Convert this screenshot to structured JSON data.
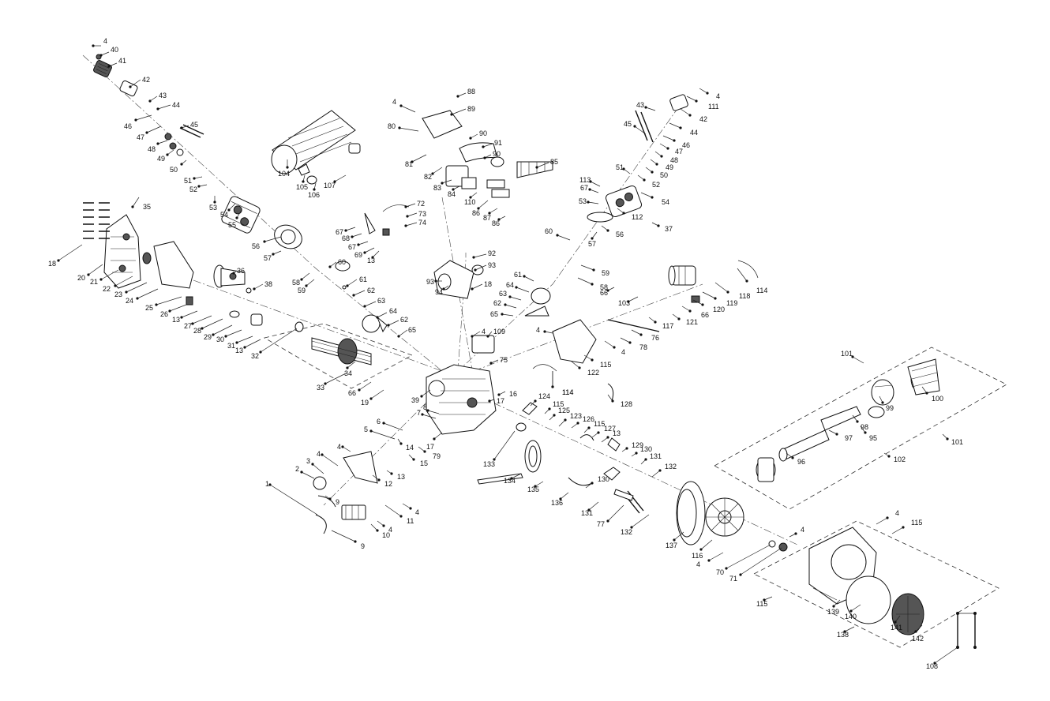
{
  "figure": {
    "type": "exploded-parts-diagram",
    "callouts": [
      {
        "id": "c-4a",
        "label": "4"
      },
      {
        "id": "c-40",
        "label": "40"
      },
      {
        "id": "c-41",
        "label": "41"
      },
      {
        "id": "c-42a",
        "label": "42"
      },
      {
        "id": "c-43a",
        "label": "43"
      },
      {
        "id": "c-44a",
        "label": "44"
      },
      {
        "id": "c-45a",
        "label": "45"
      },
      {
        "id": "c-46a",
        "label": "46"
      },
      {
        "id": "c-47a",
        "label": "47"
      },
      {
        "id": "c-48a",
        "label": "48"
      },
      {
        "id": "c-49a",
        "label": "49"
      },
      {
        "id": "c-50a",
        "label": "50"
      },
      {
        "id": "c-51a",
        "label": "51"
      },
      {
        "id": "c-52a",
        "label": "52"
      },
      {
        "id": "c-53a",
        "label": "53"
      },
      {
        "id": "c-54a",
        "label": "54"
      },
      {
        "id": "c-55",
        "label": "55"
      },
      {
        "id": "c-35",
        "label": "35"
      },
      {
        "id": "c-18a",
        "label": "18"
      },
      {
        "id": "c-20",
        "label": "20"
      },
      {
        "id": "c-21",
        "label": "21"
      },
      {
        "id": "c-22",
        "label": "22"
      },
      {
        "id": "c-23",
        "label": "23"
      },
      {
        "id": "c-24",
        "label": "24"
      },
      {
        "id": "c-25",
        "label": "25"
      },
      {
        "id": "c-26",
        "label": "26"
      },
      {
        "id": "c-13a",
        "label": "13"
      },
      {
        "id": "c-27",
        "label": "27"
      },
      {
        "id": "c-28",
        "label": "28"
      },
      {
        "id": "c-29",
        "label": "29"
      },
      {
        "id": "c-30",
        "label": "30"
      },
      {
        "id": "c-31",
        "label": "31"
      },
      {
        "id": "c-13b",
        "label": "13"
      },
      {
        "id": "c-32",
        "label": "32"
      },
      {
        "id": "c-36",
        "label": "36"
      },
      {
        "id": "c-38",
        "label": "38"
      },
      {
        "id": "c-56a",
        "label": "56"
      },
      {
        "id": "c-57a",
        "label": "57"
      },
      {
        "id": "c-58a",
        "label": "58"
      },
      {
        "id": "c-59a",
        "label": "59"
      },
      {
        "id": "c-60a",
        "label": "60"
      },
      {
        "id": "c-61a",
        "label": "61"
      },
      {
        "id": "c-62a",
        "label": "62"
      },
      {
        "id": "c-63a",
        "label": "63"
      },
      {
        "id": "c-64a",
        "label": "64"
      },
      {
        "id": "c-62b",
        "label": "62"
      },
      {
        "id": "c-65a",
        "label": "65"
      },
      {
        "id": "c-34",
        "label": "34"
      },
      {
        "id": "c-33",
        "label": "33"
      },
      {
        "id": "c-66a",
        "label": "66"
      },
      {
        "id": "c-19",
        "label": "19"
      },
      {
        "id": "c-39",
        "label": "39"
      },
      {
        "id": "c-104",
        "label": "104"
      },
      {
        "id": "c-105",
        "label": "105"
      },
      {
        "id": "c-106",
        "label": "106"
      },
      {
        "id": "c-107",
        "label": "107"
      },
      {
        "id": "c-4b",
        "label": "4"
      },
      {
        "id": "c-88",
        "label": "88"
      },
      {
        "id": "c-89",
        "label": "89"
      },
      {
        "id": "c-80",
        "label": "80"
      },
      {
        "id": "c-90a",
        "label": "90"
      },
      {
        "id": "c-91",
        "label": "91"
      },
      {
        "id": "c-90b",
        "label": "90"
      },
      {
        "id": "c-85",
        "label": "85"
      },
      {
        "id": "c-81",
        "label": "81"
      },
      {
        "id": "c-82",
        "label": "82"
      },
      {
        "id": "c-83",
        "label": "83"
      },
      {
        "id": "c-84",
        "label": "84"
      },
      {
        "id": "c-110",
        "label": "110"
      },
      {
        "id": "c-86a",
        "label": "86"
      },
      {
        "id": "c-87",
        "label": "87"
      },
      {
        "id": "c-86b",
        "label": "86"
      },
      {
        "id": "c-72",
        "label": "72"
      },
      {
        "id": "c-73",
        "label": "73"
      },
      {
        "id": "c-74",
        "label": "74"
      },
      {
        "id": "c-67a",
        "label": "67"
      },
      {
        "id": "c-68",
        "label": "68"
      },
      {
        "id": "c-67b",
        "label": "67"
      },
      {
        "id": "c-69",
        "label": "69"
      },
      {
        "id": "c-13c",
        "label": "13"
      },
      {
        "id": "c-92",
        "label": "92"
      },
      {
        "id": "c-93a",
        "label": "93"
      },
      {
        "id": "c-93b",
        "label": "93"
      },
      {
        "id": "c-94",
        "label": "94"
      },
      {
        "id": "c-18b",
        "label": "18"
      },
      {
        "id": "c-4c",
        "label": "4"
      },
      {
        "id": "c-109",
        "label": "109"
      },
      {
        "id": "c-75",
        "label": "75"
      },
      {
        "id": "c-114a",
        "label": "114"
      },
      {
        "id": "c-16",
        "label": "16"
      },
      {
        "id": "c-17a",
        "label": "17"
      },
      {
        "id": "c-7",
        "label": "7"
      },
      {
        "id": "c-8",
        "label": "8"
      },
      {
        "id": "c-6",
        "label": "6"
      },
      {
        "id": "c-5",
        "label": "5"
      },
      {
        "id": "c-14",
        "label": "14"
      },
      {
        "id": "c-15",
        "label": "15"
      },
      {
        "id": "c-79",
        "label": "79"
      },
      {
        "id": "c-17b",
        "label": "17"
      },
      {
        "id": "c-4d",
        "label": "4"
      },
      {
        "id": "c-4e",
        "label": "4"
      },
      {
        "id": "c-3",
        "label": "3"
      },
      {
        "id": "c-2",
        "label": "2"
      },
      {
        "id": "c-12",
        "label": "12"
      },
      {
        "id": "c-13d",
        "label": "13"
      },
      {
        "id": "c-1",
        "label": "1"
      },
      {
        "id": "c-9a",
        "label": "9"
      },
      {
        "id": "c-11",
        "label": "11"
      },
      {
        "id": "c-4f",
        "label": "4"
      },
      {
        "id": "c-10",
        "label": "10"
      },
      {
        "id": "c-4g",
        "label": "4"
      },
      {
        "id": "c-9b",
        "label": "9"
      },
      {
        "id": "c-111",
        "label": "111"
      },
      {
        "id": "c-4h",
        "label": "4"
      },
      {
        "id": "c-42b",
        "label": "42"
      },
      {
        "id": "c-43b",
        "label": "43"
      },
      {
        "id": "c-44b",
        "label": "44"
      },
      {
        "id": "c-45b",
        "label": "45"
      },
      {
        "id": "c-46b",
        "label": "46"
      },
      {
        "id": "c-47b",
        "label": "47"
      },
      {
        "id": "c-48b",
        "label": "48"
      },
      {
        "id": "c-49b",
        "label": "49"
      },
      {
        "id": "c-50b",
        "label": "50"
      },
      {
        "id": "c-51b",
        "label": "51"
      },
      {
        "id": "c-52b",
        "label": "52"
      },
      {
        "id": "c-113",
        "label": "113"
      },
      {
        "id": "c-67c",
        "label": "67"
      },
      {
        "id": "c-54b",
        "label": "54"
      },
      {
        "id": "c-53b",
        "label": "53"
      },
      {
        "id": "c-112",
        "label": "112"
      },
      {
        "id": "c-37",
        "label": "37"
      },
      {
        "id": "c-56b",
        "label": "56"
      },
      {
        "id": "c-57b",
        "label": "57"
      },
      {
        "id": "c-60b",
        "label": "60"
      },
      {
        "id": "c-59b",
        "label": "59"
      },
      {
        "id": "c-58b",
        "label": "58"
      },
      {
        "id": "c-61b",
        "label": "61"
      },
      {
        "id": "c-64b",
        "label": "64"
      },
      {
        "id": "c-63b",
        "label": "63"
      },
      {
        "id": "c-62c",
        "label": "62"
      },
      {
        "id": "c-65b",
        "label": "65"
      },
      {
        "id": "c-66b",
        "label": "66"
      },
      {
        "id": "c-103",
        "label": "103"
      },
      {
        "id": "c-118",
        "label": "118"
      },
      {
        "id": "c-114b",
        "label": "114"
      },
      {
        "id": "c-119",
        "label": "119"
      },
      {
        "id": "c-120",
        "label": "120"
      },
      {
        "id": "c-66c",
        "label": "66"
      },
      {
        "id": "c-121",
        "label": "121"
      },
      {
        "id": "c-117",
        "label": "117"
      },
      {
        "id": "c-76",
        "label": "76"
      },
      {
        "id": "c-78",
        "label": "78"
      },
      {
        "id": "c-4i",
        "label": "4"
      },
      {
        "id": "c-4j",
        "label": "4"
      },
      {
        "id": "c-115a",
        "label": "115"
      },
      {
        "id": "c-122",
        "label": "122"
      },
      {
        "id": "c-114c",
        "label": "114"
      },
      {
        "id": "c-128",
        "label": "128"
      },
      {
        "id": "c-124",
        "label": "124"
      },
      {
        "id": "c-115b",
        "label": "115"
      },
      {
        "id": "c-125",
        "label": "125"
      },
      {
        "id": "c-123",
        "label": "123"
      },
      {
        "id": "c-126",
        "label": "126"
      },
      {
        "id": "c-115c",
        "label": "115"
      },
      {
        "id": "c-127",
        "label": "127"
      },
      {
        "id": "c-13e",
        "label": "13"
      },
      {
        "id": "c-129",
        "label": "129"
      },
      {
        "id": "c-130a",
        "label": "130"
      },
      {
        "id": "c-131a",
        "label": "131"
      },
      {
        "id": "c-133",
        "label": "133"
      },
      {
        "id": "c-132a",
        "label": "132"
      },
      {
        "id": "c-134",
        "label": "134"
      },
      {
        "id": "c-135",
        "label": "135"
      },
      {
        "id": "c-130b",
        "label": "130"
      },
      {
        "id": "c-136",
        "label": "136"
      },
      {
        "id": "c-131b",
        "label": "131"
      },
      {
        "id": "c-77",
        "label": "77"
      },
      {
        "id": "c-132b",
        "label": "132"
      },
      {
        "id": "c-137",
        "label": "137"
      },
      {
        "id": "c-116",
        "label": "116"
      },
      {
        "id": "c-4k",
        "label": "4"
      },
      {
        "id": "c-70",
        "label": "70"
      },
      {
        "id": "c-71",
        "label": "71"
      },
      {
        "id": "c-4l",
        "label": "4"
      },
      {
        "id": "c-4m",
        "label": "4"
      },
      {
        "id": "c-115d",
        "label": "115"
      },
      {
        "id": "c-101a",
        "label": "101"
      },
      {
        "id": "c-99",
        "label": "99"
      },
      {
        "id": "c-100",
        "label": "100"
      },
      {
        "id": "c-98",
        "label": "98"
      },
      {
        "id": "c-95",
        "label": "95"
      },
      {
        "id": "c-97",
        "label": "97"
      },
      {
        "id": "c-101b",
        "label": "101"
      },
      {
        "id": "c-96",
        "label": "96"
      },
      {
        "id": "c-102",
        "label": "102"
      },
      {
        "id": "c-115e",
        "label": "115"
      },
      {
        "id": "c-139",
        "label": "139"
      },
      {
        "id": "c-140",
        "label": "140"
      },
      {
        "id": "c-141",
        "label": "141"
      },
      {
        "id": "c-142",
        "label": "142"
      },
      {
        "id": "c-138",
        "label": "138"
      },
      {
        "id": "c-108",
        "label": "108"
      }
    ]
  }
}
